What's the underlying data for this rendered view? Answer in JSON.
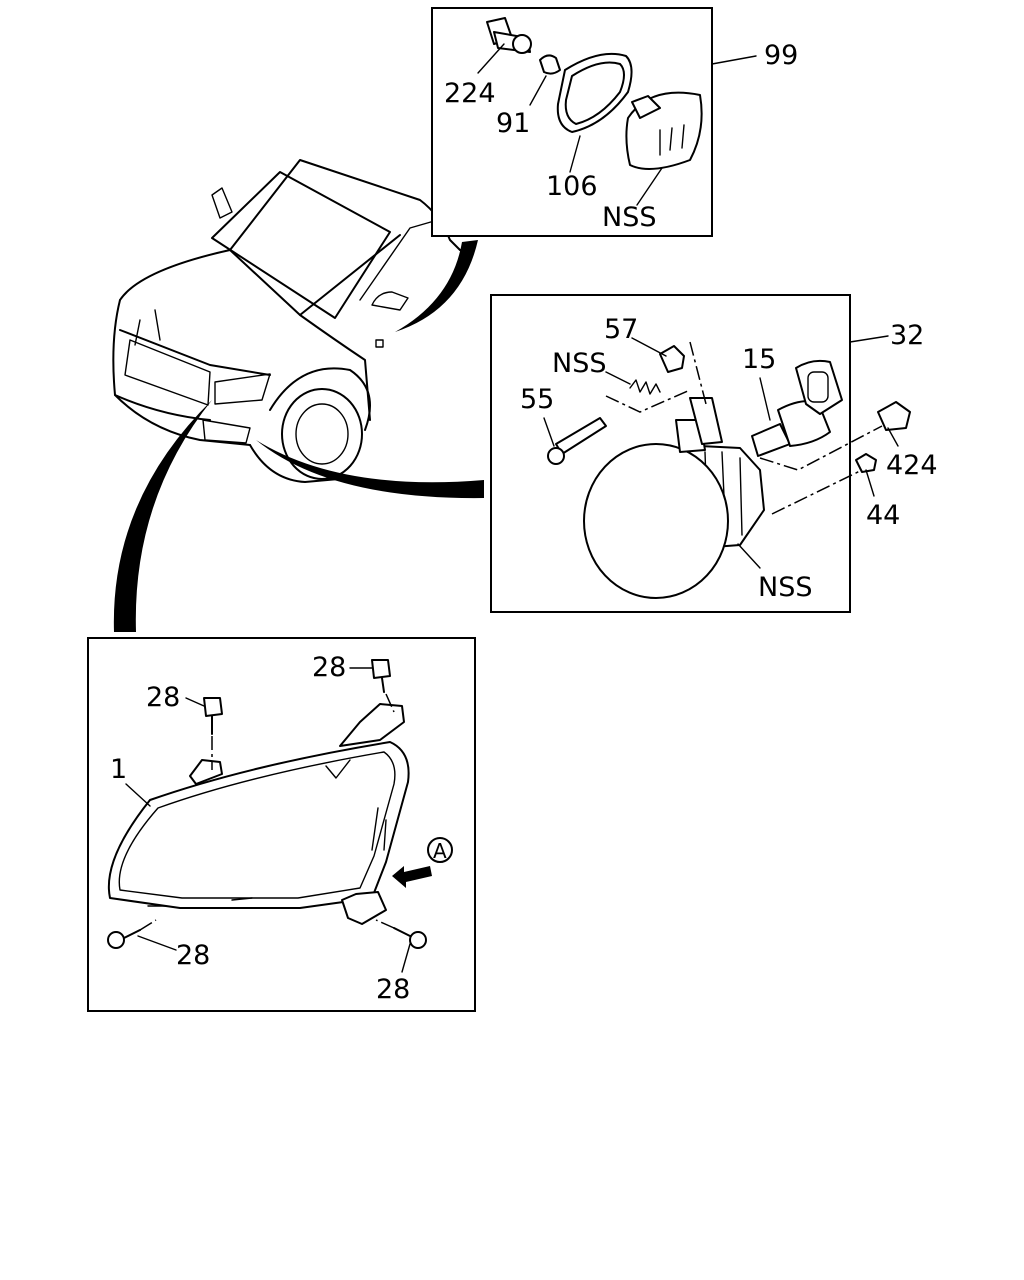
{
  "callouts": {
    "side_marker_assembly": "99",
    "socket": "224",
    "bulb_side": "91",
    "gasket": "106",
    "side_lens": "NSS",
    "fog_lamp_assembly": "32",
    "clip": "57",
    "spring": "NSS",
    "bulb_fog": "15",
    "screw": "55",
    "grommet": "424",
    "nut": "44",
    "fog_bracket": "NSS",
    "headlamp": "1",
    "bolt_top_left": "28",
    "bolt_top_right": "28",
    "bolt_bottom_left": "28",
    "bolt_bottom_right": "28",
    "view_marker": "A"
  }
}
